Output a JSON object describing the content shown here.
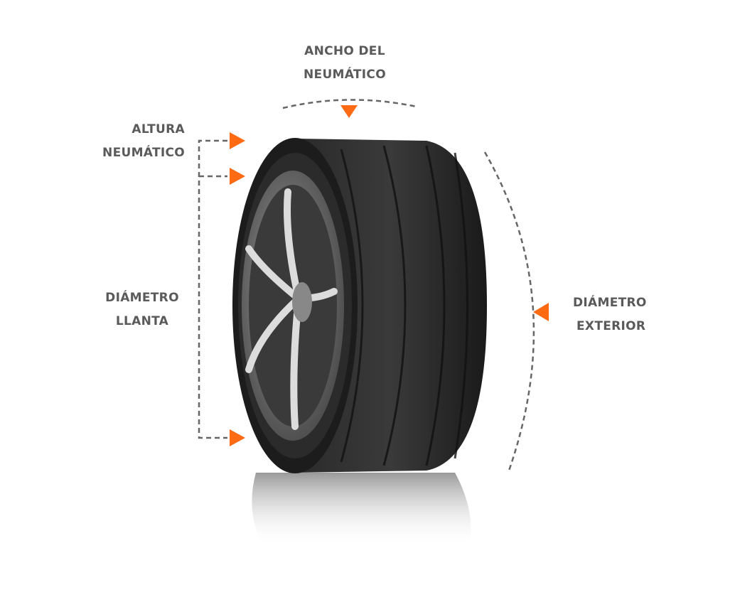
{
  "labels": {
    "width": [
      "ANCHO DEL",
      "NEUMÁTICO"
    ],
    "height": [
      "ALTURA",
      "NEUMÁTICO"
    ],
    "rim_diameter": [
      "DIÁMETRO",
      "LLANTA"
    ],
    "outer_diameter": [
      "DIÁMETRO",
      "EXTERIOR"
    ]
  },
  "colors": {
    "accent": "#ff6a13",
    "text": "#5a5a5a",
    "dashes": "#666666"
  }
}
